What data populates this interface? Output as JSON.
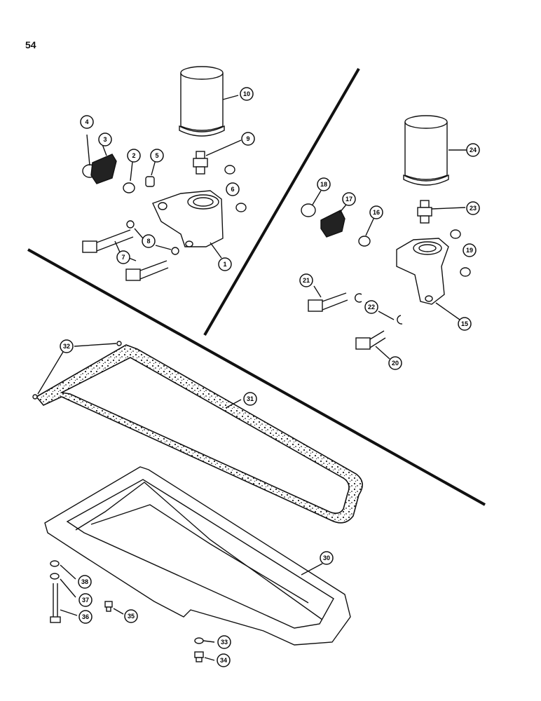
{
  "page_number": "54",
  "callouts": [
    "1",
    "2",
    "3",
    "4",
    "5",
    "6",
    "7",
    "8",
    "9",
    "10",
    "15",
    "16",
    "17",
    "18",
    "19",
    "20",
    "21",
    "22",
    "23",
    "24",
    "30",
    "31",
    "32",
    "33",
    "34",
    "35",
    "36",
    "37",
    "38"
  ],
  "colors": {
    "ink": "#111111",
    "paper": "#ffffff"
  }
}
